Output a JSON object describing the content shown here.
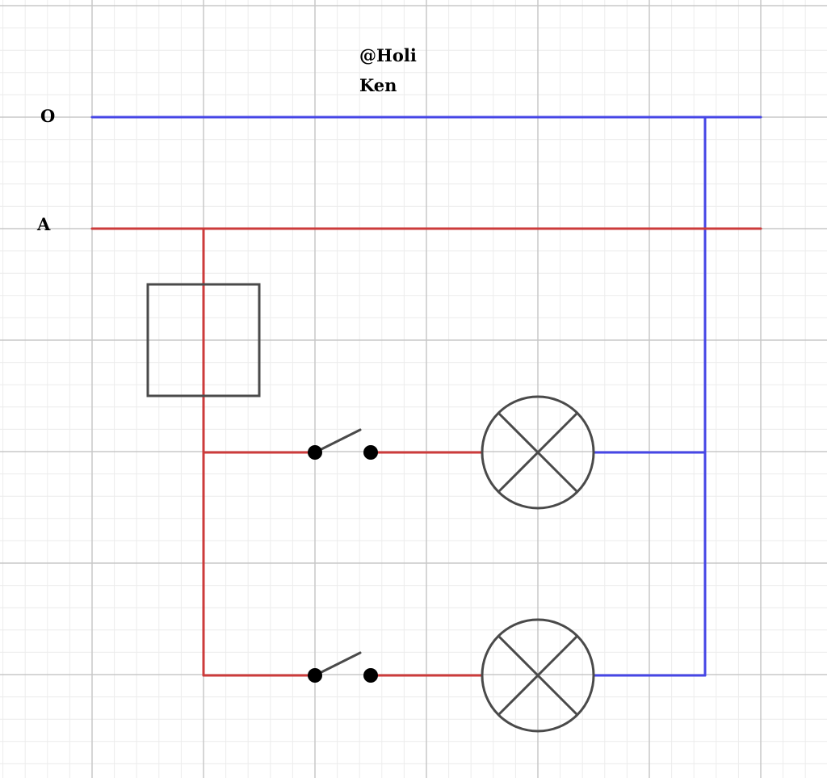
{
  "header": {
    "author": "@Holi",
    "name": "Ken"
  },
  "lines": {
    "neutral_label": "O",
    "phase_label": "A"
  },
  "colors": {
    "phase_wire": "#cc3b3b",
    "neutral_wire": "#4646e6",
    "component": "#4a4a4a",
    "contact": "#000000",
    "grid_major": "#c8c8c8",
    "grid_minor": "#ececec"
  },
  "components": [
    {
      "type": "rectangle-box",
      "count": 1
    },
    {
      "type": "switch",
      "count": 2
    },
    {
      "type": "lamp",
      "count": 2
    }
  ]
}
